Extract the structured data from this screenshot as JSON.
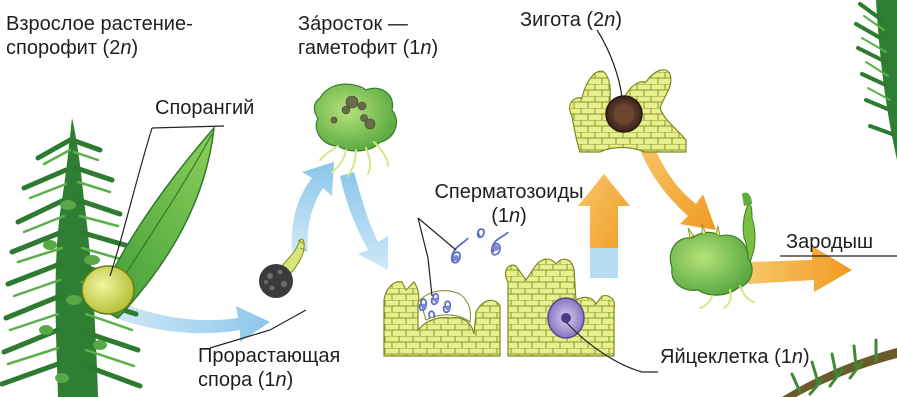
{
  "labels": {
    "adult_sporophyte": [
      "Взрослое растение-",
      "спорофит (2",
      "n",
      ")"
    ],
    "sporangium": "Спорангий",
    "prothallus": [
      "За́росток —",
      "гаметофит (1",
      "n",
      ")"
    ],
    "zygote": [
      "Зигота (2",
      "n",
      ")"
    ],
    "spermatozoids": [
      "Сперматозоиды",
      "(1",
      "n",
      ")"
    ],
    "embryo": "Зародыш",
    "germinating_spore": [
      "Прорастающая",
      "спора (1",
      "n",
      ")"
    ],
    "egg_cell": [
      "Яйцеклетка (1",
      "n",
      ")"
    ]
  },
  "colors": {
    "arrow_blue": "#a8d4ee",
    "arrow_orange": "#f2a431",
    "plant_green": "#2f8a3c",
    "leaf_green": "#5fae3a",
    "cell_yellow": "#e6ee8a",
    "cell_outline": "#7c8a20",
    "zygote_brown": "#5a3a2a",
    "egg_purple": "#7d66b3",
    "sperm_blue": "#5f6fc4",
    "text": "#1f1f1f",
    "leader_line": "#222222"
  },
  "icons": [
    "sporophyte-plant-icon",
    "sporophyll-leaf-icon",
    "sporangium-icon",
    "spore-icon",
    "prothallus-icon",
    "antheridium-icon",
    "archegonium-icon",
    "zygote-icon",
    "embryo-icon",
    "spermatozoid-icon",
    "arrow-icon"
  ]
}
